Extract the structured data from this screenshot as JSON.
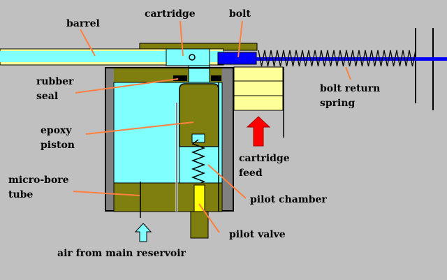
{
  "labels": {
    "barrel": "barrel",
    "cartridge": "cartridge",
    "bolt": "bolt",
    "rubber_seal_1": "rubber",
    "rubber_seal_2": "seal",
    "epoxy_piston_1": "epoxy",
    "epoxy_piston_2": "piston",
    "micro_bore_1": "micro-bore",
    "micro_bore_2": "tube",
    "bolt_spring_1": "bolt return",
    "bolt_spring_2": "spring",
    "cartridge_feed_1": "cartridge",
    "cartridge_feed_2": "feed",
    "pilot_chamber": "pilot chamber",
    "pilot_valve": "pilot valve",
    "air": "air from main reservoir"
  },
  "colors": {
    "background": "#c0c0c0",
    "air": "#80ffff",
    "epoxy": "#7f7f10",
    "bolt": "#0000ff",
    "feed": "#ffff99",
    "valve": "#ffff00",
    "arrow": "#ff0000",
    "wall": "#808080"
  }
}
